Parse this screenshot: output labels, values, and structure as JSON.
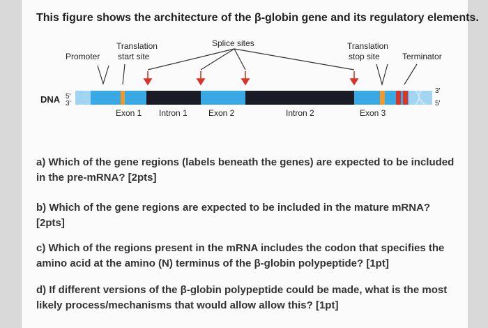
{
  "title": "This figure shows the architecture of the β-globin gene and its regulatory elements.",
  "diagram": {
    "top_labels": {
      "promoter": "Promoter",
      "translation_start_1": "Translation",
      "translation_start_2": "start site",
      "splice_sites": "Splice sites",
      "translation_stop_1": "Translation",
      "translation_stop_2": "stop site",
      "terminator": "Terminator"
    },
    "strand": {
      "dna": "DNA",
      "left_top": "5'",
      "left_bottom": "3'",
      "right_top": "3'",
      "right_bottom": "5'"
    },
    "regions": [
      "Exon 1",
      "Intron 1",
      "Exon 2",
      "Intron 2",
      "Exon 3"
    ],
    "colors": {
      "exon": "#38a9e4",
      "intron": "#1b1b26",
      "start_marker": "#f0992a",
      "stop_marker_orange": "#f0992a",
      "terminator_red": "#d93428",
      "arrow_red": "#d93428"
    }
  },
  "questions": {
    "a": "a) Which of the gene regions (labels beneath the genes) are expected to be included in the pre-mRNA? [2pts]",
    "b": "b) Which of the gene regions are expected to be included in the mature mRNA? [2pts]",
    "c": "c) Which of the regions present in the mRNA includes the codon that specifies the amino acid at the amino (N) terminus of the β-globin polypeptide? [1pt]",
    "d": "d) If different versions of the β-globin polypeptide could be made, what is the most likely process/mechanisms that would allow allow this? [1pt]"
  }
}
